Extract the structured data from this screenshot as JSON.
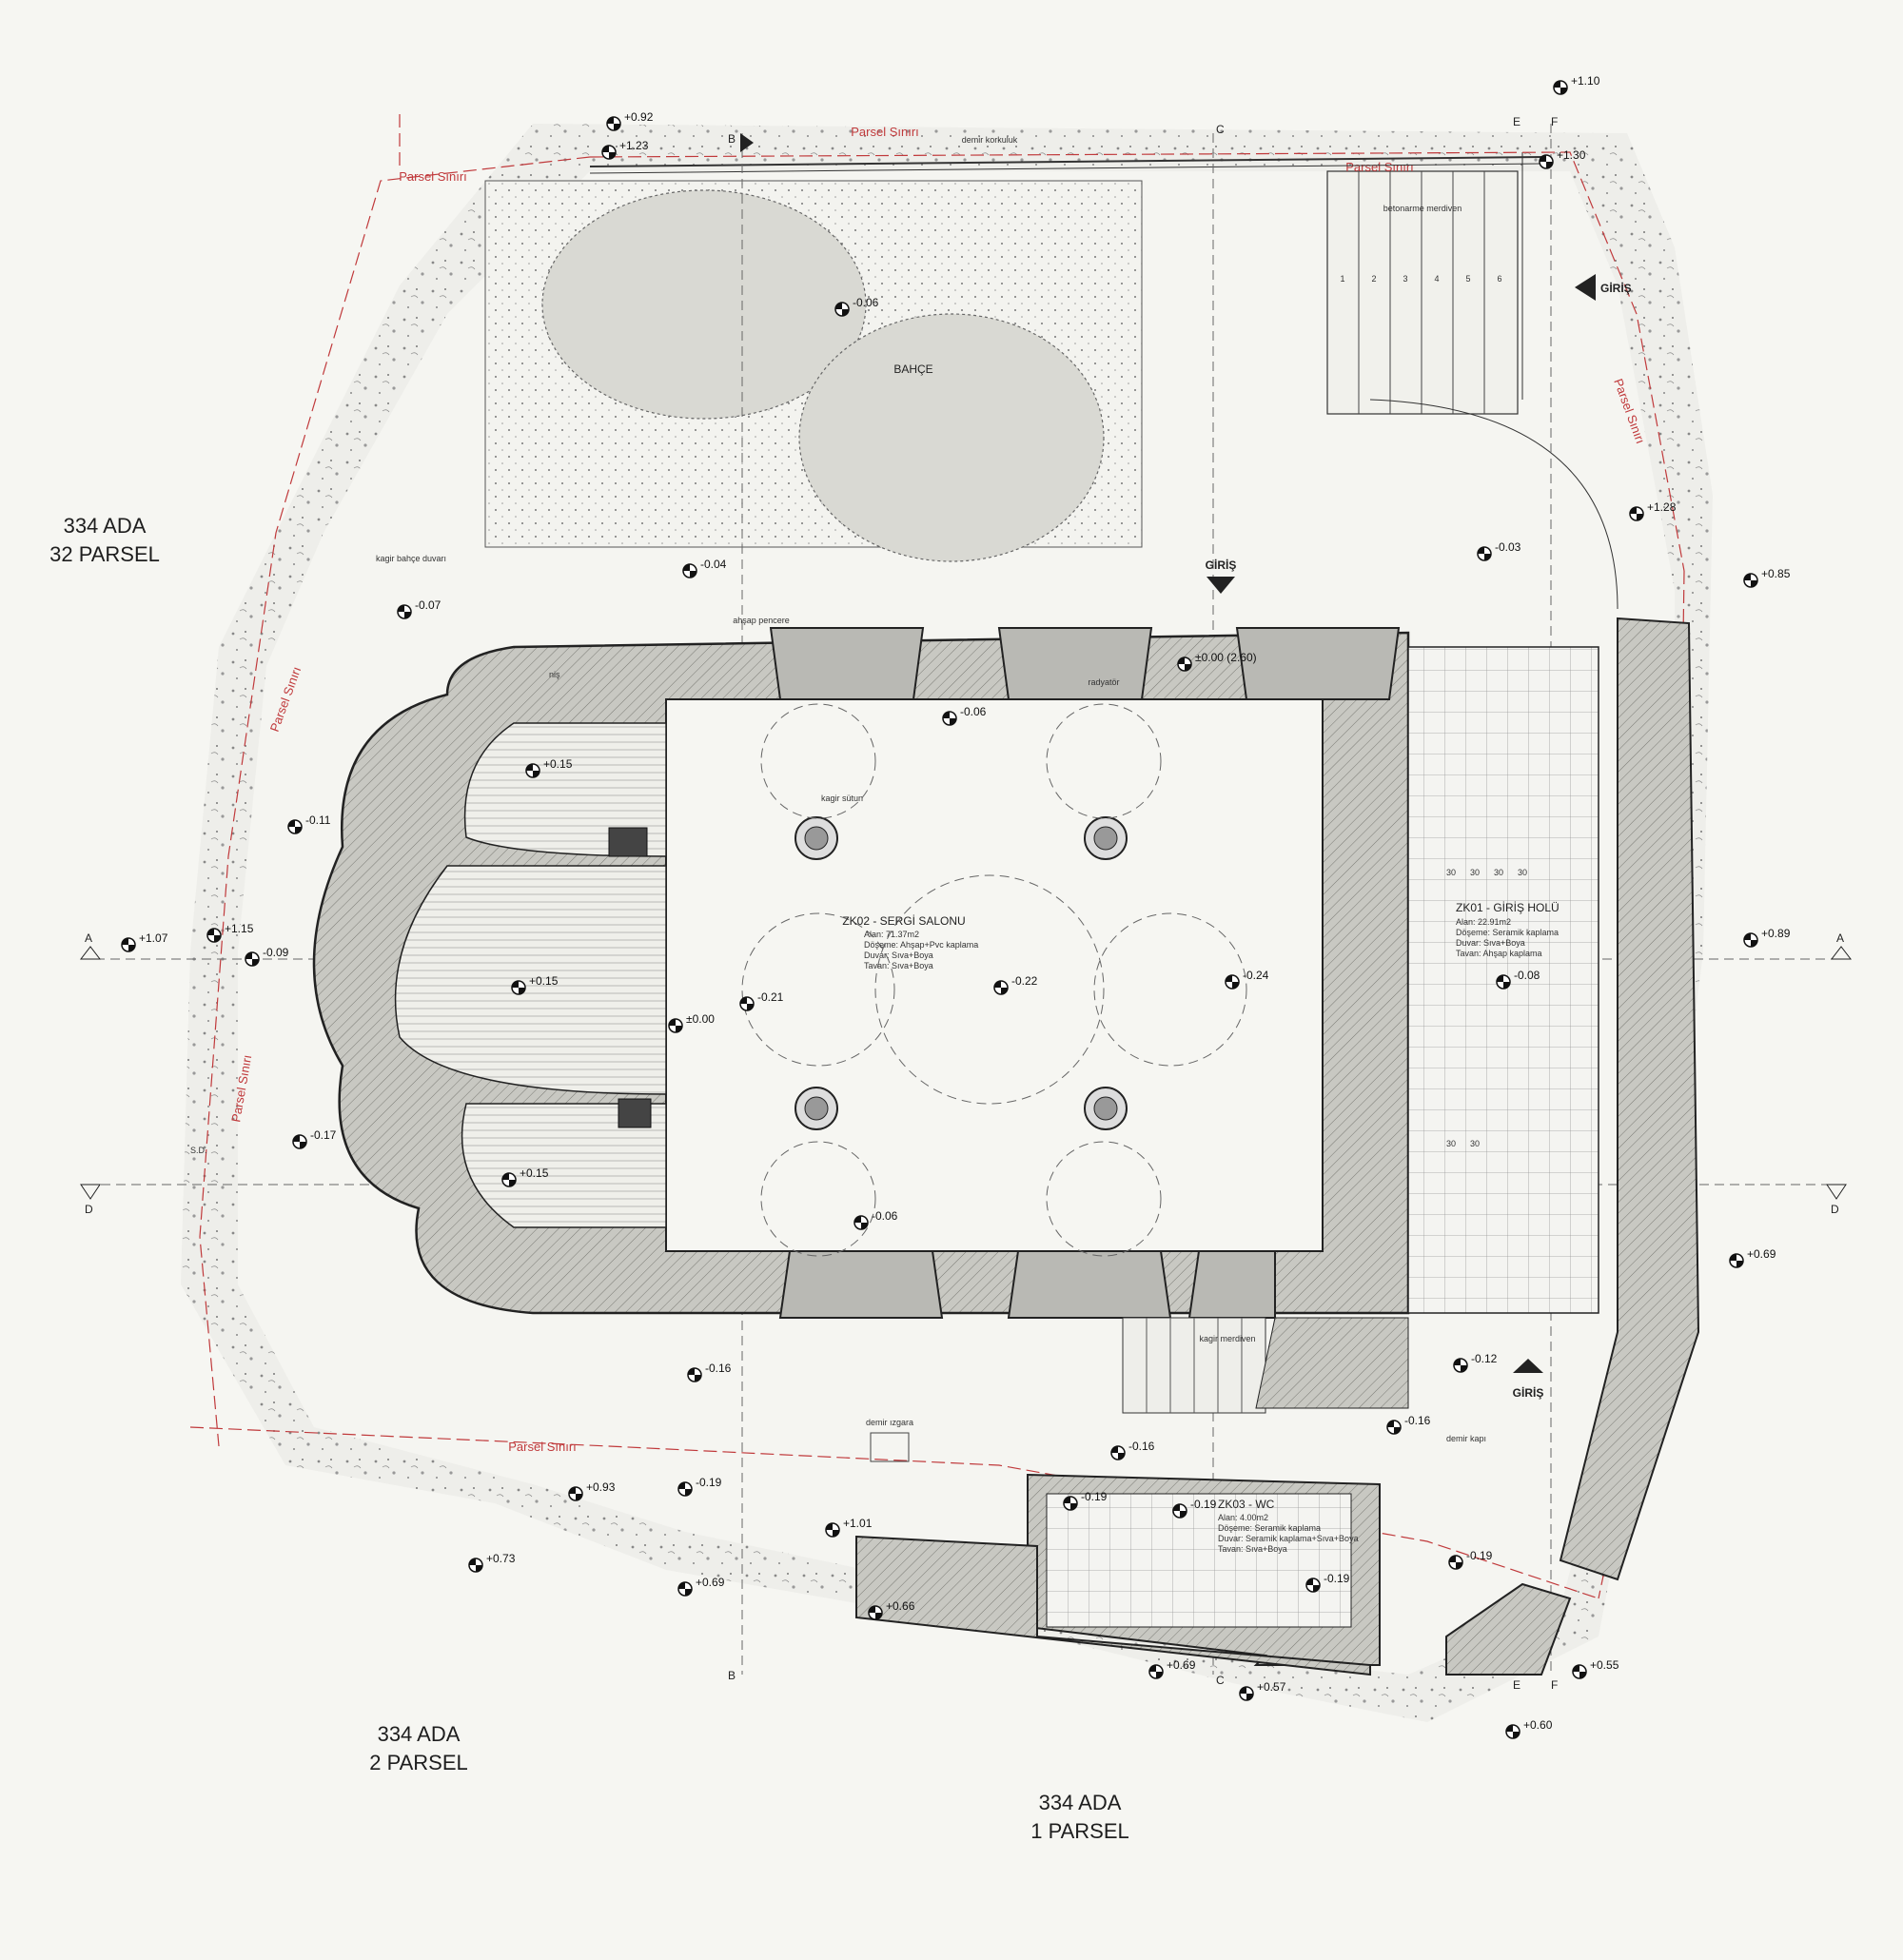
{
  "lots": {
    "left": [
      "334 ADA",
      "32 PARSEL"
    ],
    "bottom_left": [
      "334 ADA",
      "2 PARSEL"
    ],
    "bottom": [
      "334 ADA",
      "1 PARSEL"
    ]
  },
  "parsel_label": "Parsel Sınırı",
  "garden_label": "BAHÇE",
  "entries": {
    "top": "GİRİŞ",
    "right": "GİRİŞ",
    "bottom": "GİRİŞ"
  },
  "rooms": {
    "zk02": {
      "title": "ZK02 - SERGİ SALONU",
      "area": "Alan: 71.37m2",
      "floor": "Döşeme: Ahşap+Pvc kaplama",
      "wall": "Duvar: Sıva+Boya",
      "ceiling": "Tavan: Sıva+Boya"
    },
    "zk01": {
      "title": "ZK01 - GİRİŞ HOLÜ",
      "area": "Alan: 22.91m2",
      "floor": "Döşeme: Seramik kaplama",
      "wall": "Duvar: Sıva+Boya",
      "ceiling": "Tavan: Ahşap kaplama"
    },
    "zk03": {
      "title": "ZK03 - WC",
      "area": "Alan: 4.00m2",
      "floor": "Döşeme: Seramik kaplama",
      "wall": "Duvar: Seramik kaplama+Sıva+Boya",
      "ceiling": "Tavan: Sıva+Boya"
    }
  },
  "section_marks": {
    "a": "A",
    "b": "B",
    "c": "C",
    "d": "D",
    "e": "E",
    "f": "F"
  },
  "notes": {
    "stairs_top": "betonarme merdiven",
    "stairs_bottom": "kagir merdiven",
    "railing": "demir korkuluk",
    "garden_wall": "kagir bahçe duvarı",
    "window": "ahşap pencere",
    "radiator": "radyatör",
    "column": "kagir sütun",
    "door": "demir kapı",
    "sd": "S.D.",
    "grate": "demir ızgara",
    "niche": "niş"
  },
  "stair_numbers": [
    "1",
    "2",
    "3",
    "4",
    "5",
    "6"
  ],
  "tile_dims": [
    "30",
    "30",
    "30",
    "30",
    "30",
    "30"
  ],
  "levels": {
    "l1": "+0.92",
    "l2": "+1.23",
    "l3": "+1.10",
    "l4": "+1.30",
    "l5": "-0.06",
    "l6": "+1.28",
    "l7": "-0.03",
    "l8": "+0.85",
    "l9": "-0.04",
    "l10": "-0.07",
    "l11": "±0.00 (2.60)",
    "l12": "-0.06",
    "l13": "+0.15",
    "l14": "-0.11",
    "l15": "+1.07",
    "l16": "+1.15",
    "l17": "-0.09",
    "l18": "+0.15",
    "l19": "±0.00",
    "l20": "-0.21",
    "l21": "-0.22",
    "l22": "-0.24",
    "l23": "+0.89",
    "l24": "-0.08",
    "l25": "-0.17",
    "l26": "+0.15",
    "l27": "-0.06",
    "l28": "+0.69",
    "l29": "-0.16",
    "l30": "-0.12",
    "l31": "-0.16",
    "l32": "-0.16",
    "l33": "+0.93",
    "l34": "-0.19",
    "l35": "+1.01",
    "l36": "-0.19",
    "l37": "-0.19",
    "l38": "+0.73",
    "l39": "+0.69",
    "l40": "+0.66",
    "l41": "-0.19",
    "l42": "-0.19",
    "l43": "+0.69",
    "l44": "+0.57",
    "l45": "+0.55",
    "l46": "+0.60"
  }
}
